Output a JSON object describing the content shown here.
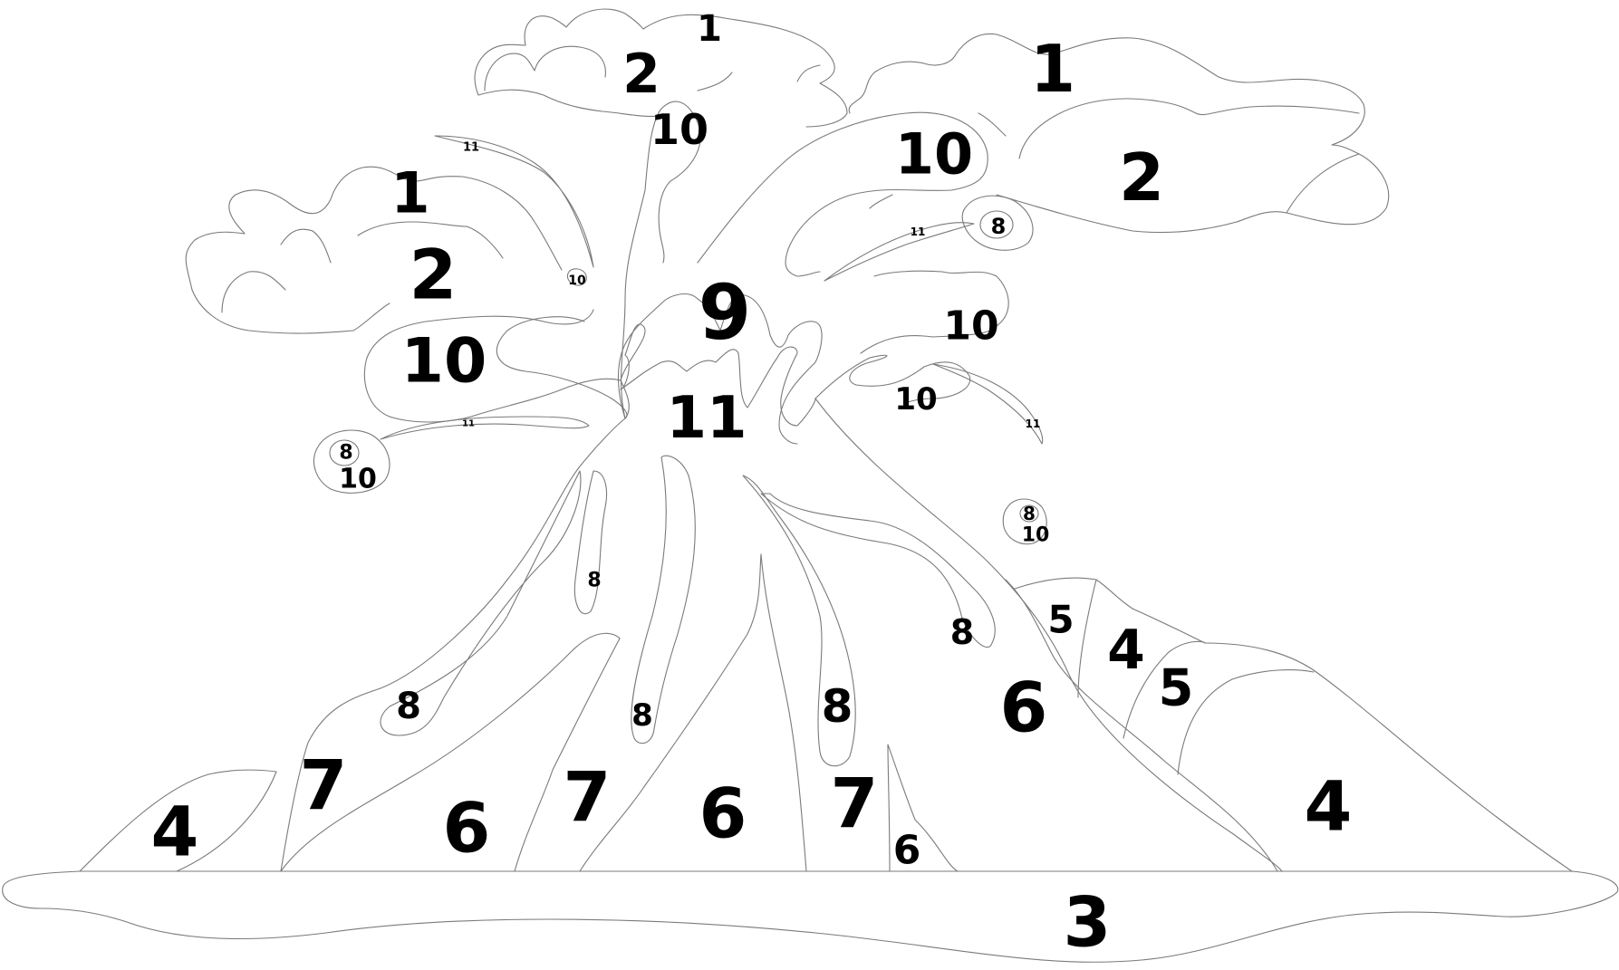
{
  "page": {
    "title": "",
    "background_color": "#ffffff",
    "line_color": "#7a7a7a",
    "number_color": "#000000"
  },
  "regions": {
    "cloud_top_small_upper": "1",
    "cloud_top_small_lower": "2",
    "cloud_top_right_upper": "1",
    "cloud_top_right_lower": "2",
    "cloud_left_upper": "1",
    "cloud_left_lower": "2",
    "ground_base": "3",
    "hill_left": "4",
    "hill_right_inner": "4",
    "hill_right_outer": "4",
    "hill_right_small": "5",
    "hill_right_mid": "5",
    "slope_left_6": "6",
    "slope_center_6": "6",
    "slope_right_small_6": "6",
    "slope_right_6": "6",
    "slope_left_7": "7",
    "slope_center_7": "7",
    "slope_right_7": "7",
    "lava_left_upper_8": "8",
    "lava_left_lower_8": "8",
    "lava_center_8": "8",
    "lava_right_8": "8",
    "lava_far_right_8": "8",
    "rock_left_8": "8",
    "rock_right_8": "8",
    "rock_top_right_8": "8",
    "eruption_9": "9",
    "lava_top_small_10": "10",
    "lava_top_big_10": "10",
    "lava_left_10": "10",
    "lava_tiny_10": "10",
    "lava_right_upper_10": "10",
    "lava_right_lower_10": "10",
    "rock_left_10": "10",
    "rock_right_10": "10",
    "crater_11": "11",
    "streak_top_left_11": "11",
    "streak_left_11": "11",
    "streak_right_top_11": "11",
    "streak_right_11": "11"
  }
}
